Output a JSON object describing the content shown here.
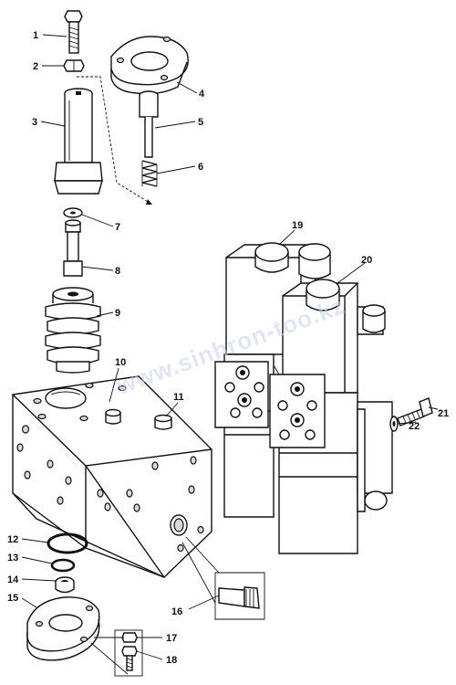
{
  "callouts": [
    {
      "num": "1"
    },
    {
      "num": "2"
    },
    {
      "num": "3"
    },
    {
      "num": "4"
    },
    {
      "num": "5"
    },
    {
      "num": "6"
    },
    {
      "num": "7"
    },
    {
      "num": "8"
    },
    {
      "num": "9"
    },
    {
      "num": "10"
    },
    {
      "num": "11"
    },
    {
      "num": "12"
    },
    {
      "num": "13"
    },
    {
      "num": "14"
    },
    {
      "num": "15"
    },
    {
      "num": "16"
    },
    {
      "num": "17"
    },
    {
      "num": "18"
    },
    {
      "num": "19"
    },
    {
      "num": "20"
    },
    {
      "num": "21"
    },
    {
      "num": "22"
    }
  ],
  "watermark": "www.sinhron-too.kz"
}
